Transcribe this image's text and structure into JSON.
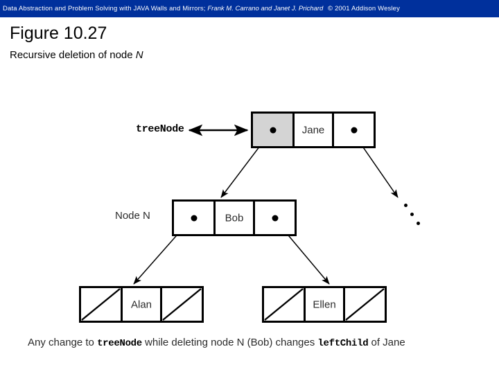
{
  "header": {
    "text_plain_1": "Data Abstraction and Problem Solving with JAVA  Walls and Mirrors; ",
    "text_italic": "Frank M. Carrano and Janet J. Prichard",
    "text_plain_2": "  © 2001 Addison Wesley",
    "background_color": "#00309c",
    "text_color": "#ffffff"
  },
  "title": {
    "figure_label": "Figure 10.27",
    "subtitle_prefix": "Recursive deletion of node ",
    "subtitle_italic": "N"
  },
  "diagram": {
    "pointer_label": "treeNode",
    "node_n_label": "Node N",
    "nodes": [
      {
        "id": "jane",
        "value": "Jane",
        "left_cell": "pointer-shaded",
        "right_cell": "pointer",
        "shaded": true
      },
      {
        "id": "bob",
        "value": "Bob",
        "left_cell": "pointer",
        "right_cell": "pointer",
        "shaded": false
      },
      {
        "id": "alan",
        "value": "Alan",
        "left_cell": "null",
        "right_cell": "null",
        "shaded": false
      },
      {
        "id": "ellen",
        "value": "Ellen",
        "left_cell": "null",
        "right_cell": "null",
        "shaded": false
      }
    ],
    "ellipsis": "...",
    "arrows": [
      {
        "name": "treeNode-to-jane",
        "style": "double-headed"
      },
      {
        "name": "jane-left-to-bob",
        "style": "single-headed"
      },
      {
        "name": "jane-right-to-ellipsis",
        "style": "single-headed"
      },
      {
        "name": "bob-left-to-alan",
        "style": "single-headed"
      },
      {
        "name": "bob-right-to-ellen",
        "style": "single-headed"
      }
    ]
  },
  "caption": {
    "part1": "Any change to ",
    "code1": "treeNode",
    "part2": " while deleting node N (Bob) changes ",
    "code2": "leftChild",
    "part3": " of Jane"
  }
}
